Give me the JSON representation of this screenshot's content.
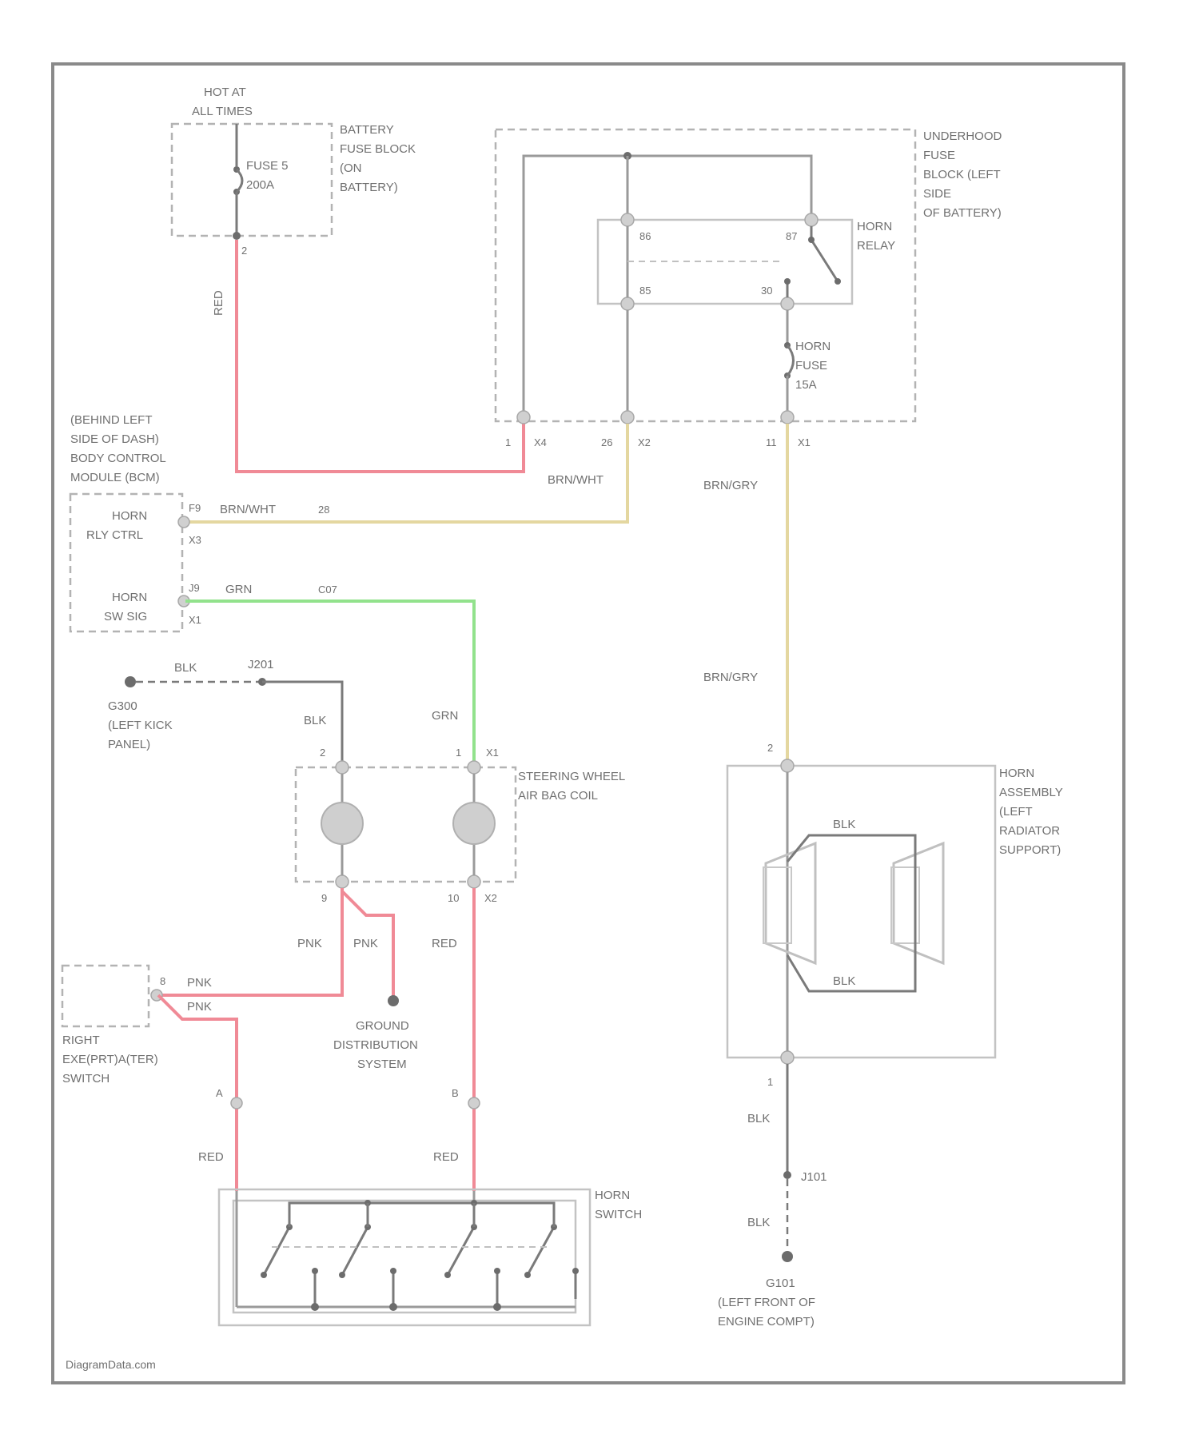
{
  "hot_at_all_times": [
    "HOT AT",
    "ALL TIMES"
  ],
  "battery_fuse_block": {
    "label": [
      "BATTERY",
      "FUSE BLOCK",
      "(ON",
      "BATTERY)"
    ],
    "fuse": [
      "FUSE 5",
      "200A"
    ],
    "pin": "2",
    "wire": "RED"
  },
  "underhood_fuse_block": {
    "label": [
      "UNDERHOOD",
      "FUSE",
      "BLOCK (LEFT",
      "SIDE",
      "OF BATTERY)"
    ],
    "relay_label": [
      "HORN",
      "RELAY"
    ],
    "relay_pins": [
      "86",
      "87",
      "85",
      "30"
    ],
    "fuse": [
      "HORN",
      "FUSE",
      "15A"
    ],
    "pins": [
      "1",
      "X4",
      "26",
      "X2",
      "11",
      "X1"
    ]
  },
  "bcm": {
    "label": [
      "(BEHIND LEFT",
      "SIDE OF DASH)",
      "BODY CONTROL",
      "MODULE (BCM)"
    ],
    "horn_rly_ctrl": [
      "HORN",
      "RLY CTRL"
    ],
    "horn_sw_sig": [
      "HORN",
      "SW SIG"
    ],
    "pins": [
      "F9",
      "X3",
      "28",
      "J9",
      "X1",
      "C07"
    ]
  },
  "wires": {
    "brn_wht": "BRN/WHT",
    "grn": "GRN",
    "blk": "BLK",
    "brn_gry": "BRN/GRY",
    "pnk": "PNK",
    "red": "RED"
  },
  "ground_g300": {
    "splice": "J201",
    "label": [
      "G300",
      "(LEFT KICK",
      "PANEL)"
    ]
  },
  "steering_wheel": {
    "label": [
      "STEERING WHEEL",
      "AIR BAG COIL"
    ],
    "pins_top": [
      "2",
      "1",
      "X1"
    ],
    "pins_bottom": [
      "9",
      "10",
      "X2"
    ]
  },
  "right_switch": {
    "label": [
      "RIGHT",
      "SWITCH"
    ],
    "pin": "8",
    "overlap_text": "EXE(PRT)A(TER)"
  },
  "ground_distribution": [
    "GROUND",
    "DISTRIBUTION",
    "SYSTEM"
  ],
  "horn_switch": {
    "label": [
      "HORN",
      "SWITCH"
    ],
    "pins": [
      "A",
      "B"
    ]
  },
  "horn_assembly": {
    "label": [
      "HORN",
      "ASSEMBLY",
      "(LEFT",
      "RADIATOR",
      "SUPPORT)"
    ],
    "pins": [
      "2",
      "1"
    ]
  },
  "ground_g101": {
    "splice": "J101",
    "label": [
      "G101",
      "(LEFT FRONT OF",
      "ENGINE COMPT)"
    ]
  },
  "watermark": "DiagramData.com"
}
